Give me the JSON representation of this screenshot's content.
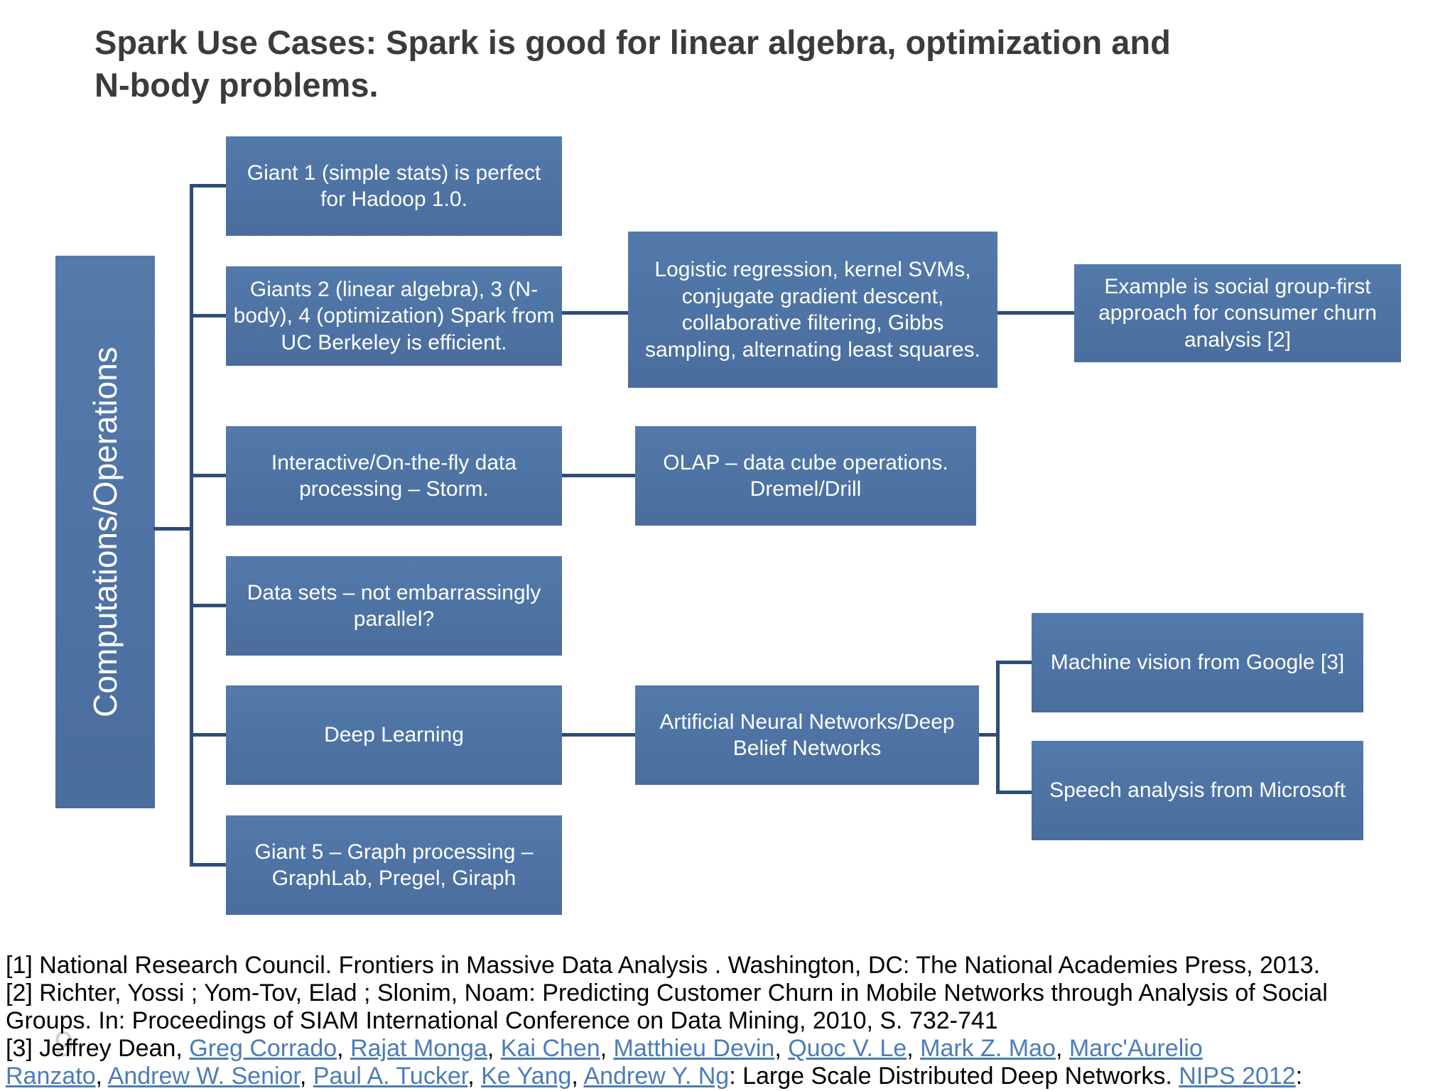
{
  "title": {
    "lines": [
      "Spark Use Cases: Spark is good for linear algebra, optimization and",
      "N-body problems."
    ]
  },
  "diagram": {
    "root": {
      "label": "Computations/Operations"
    },
    "nodes": {
      "giant1": "Giant 1 (simple stats) is perfect for Hadoop 1.0.",
      "giants234": "Giants 2 (linear algebra), 3 (N-body), 4 (optimization) Spark from UC Berkeley is efficient.",
      "logistic": "Logistic regression, kernel SVMs, conjugate gradient descent, collaborative filtering, Gibbs sampling, alternating least squares.",
      "churn": "Example is social group-first approach for consumer churn analysis [2]",
      "interactive": "Interactive/On-the-fly data processing – Storm.",
      "olap": "OLAP – data cube operations. Dremel/Drill",
      "datasets": "Data sets – not embarrassingly parallel?",
      "deep_learning": "Deep Learning",
      "ann": "Artificial Neural Networks/Deep Belief Networks",
      "vision": "Machine vision from Google [3]",
      "speech": "Speech analysis from Microsoft",
      "giant5": "Giant 5 – Graph processing – GraphLab, Pregel, Giraph"
    }
  },
  "slide_number_watermark": "9",
  "references": {
    "lines": [
      {
        "segments": [
          {
            "t": "[1] National Research Council. Frontiers in Massive Data Analysis . Washington, DC: The National Academies Press, 2013.",
            "link": false
          }
        ]
      },
      {
        "segments": [
          {
            "t": "[2] Richter, Yossi ; Yom-Tov, Elad ; Slonim, Noam: Predicting Customer Churn in Mobile Networks through Analysis of Social",
            "link": false
          }
        ]
      },
      {
        "segments": [
          {
            "t": "Groups. In: Proceedings of SIAM International Conference on Data Mining, 2010, S. 732-741",
            "link": false
          }
        ]
      },
      {
        "segments": [
          {
            "t": "[3] Jeffrey Dean, ",
            "link": false
          },
          {
            "t": "Greg Corrado",
            "link": true
          },
          {
            "t": ", ",
            "link": false
          },
          {
            "t": "Rajat Monga",
            "link": true
          },
          {
            "t": ", ",
            "link": false
          },
          {
            "t": "Kai Chen",
            "link": true
          },
          {
            "t": ", ",
            "link": false
          },
          {
            "t": "Matthieu Devin",
            "link": true
          },
          {
            "t": ", ",
            "link": false
          },
          {
            "t": "Quoc V. Le",
            "link": true
          },
          {
            "t": ", ",
            "link": false
          },
          {
            "t": "Mark Z. Mao",
            "link": true
          },
          {
            "t": ", ",
            "link": false
          },
          {
            "t": "Marc'Aurelio",
            "link": true
          }
        ]
      },
      {
        "segments": [
          {
            "t": "Ranzato",
            "link": true
          },
          {
            "t": ", ",
            "link": false
          },
          {
            "t": "Andrew W. Senior",
            "link": true
          },
          {
            "t": ", ",
            "link": false
          },
          {
            "t": "Paul A. Tucker",
            "link": true
          },
          {
            "t": ", ",
            "link": false
          },
          {
            "t": "Ke Yang",
            "link": true
          },
          {
            "t": ", ",
            "link": false
          },
          {
            "t": "Andrew Y. Ng",
            "link": true
          },
          {
            "t": ": Large Scale Distributed Deep Networks. ",
            "link": false
          },
          {
            "t": "NIPS 2012",
            "link": true
          },
          {
            "t": ":",
            "link": false
          }
        ]
      }
    ]
  },
  "colors": {
    "node_fill": "#4d72a3",
    "connector": "#2e4c77",
    "link": "#4c7cb8",
    "title_text": "#3b3b3b",
    "node_text": "#ffffff"
  }
}
